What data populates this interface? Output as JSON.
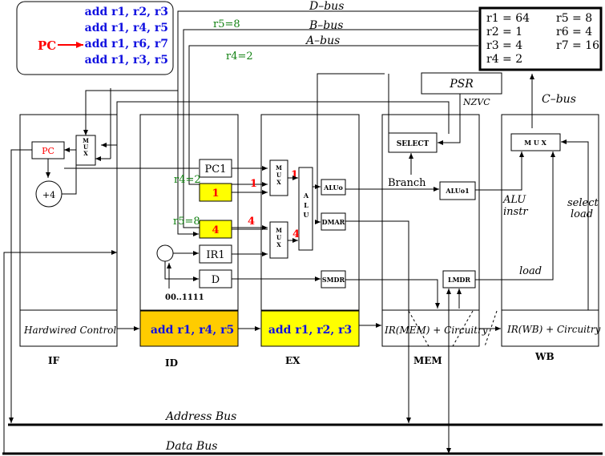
{
  "program": {
    "lines": [
      "add r1, r2, r3",
      "add r1, r4, r5",
      "add r1, r6, r7",
      "add r1, r3, r5"
    ],
    "pc_marker": "PC"
  },
  "buses": {
    "d_bus": "D–bus",
    "b_bus": "B–bus",
    "a_bus": "A–bus",
    "c_bus": "C–bus",
    "address_bus": "Address Bus",
    "data_bus": "Data Bus"
  },
  "forwarding": {
    "r5_top": "r5=8",
    "r4_top": "r4=2",
    "r4_side": "r4=2",
    "r5_side": "r5=8"
  },
  "registers": {
    "left": [
      "r1 = 64",
      "r2 = 1",
      "r3 = 4",
      "r4 = 2"
    ],
    "right": [
      "r5 = 8",
      "r6 = 4",
      "r7 = 16"
    ]
  },
  "psr": {
    "label": "PSR",
    "flags": "NZVC"
  },
  "stages": {
    "if": {
      "name": "IF",
      "pc": "PC",
      "mux": "M U X",
      "plus4": "+4",
      "control": "Hardwired Control"
    },
    "id": {
      "name": "ID",
      "pc1": "PC1",
      "reg_a": "1",
      "reg_b": "4",
      "ir1": "IR1",
      "d": "D",
      "range": "00..1111",
      "instr": "add r1, r4, r5"
    },
    "ex": {
      "name": "EX",
      "mux_top": "M U X",
      "mux_bottom": "M U X",
      "alu": "A L U",
      "in_a": "1",
      "in_b": "1",
      "in_c": "4",
      "in_d": "4",
      "aluo": "ALUo",
      "dmar": "DMAR",
      "smdr": "SMDR",
      "instr": "add r1, r2, r3"
    },
    "mem": {
      "name": "MEM",
      "select": "SELECT",
      "branch": "Branch",
      "aluo1": "ALUo1",
      "lmdr": "LMDR",
      "ir": "IR(MEM) + Circuitry"
    },
    "wb": {
      "name": "WB",
      "mux": "M U X",
      "alu_instr": [
        "ALU",
        "instr"
      ],
      "select_load": [
        "select",
        "load"
      ],
      "load": "load",
      "ir": "IR(WB) + Circuitry"
    }
  },
  "colors": {
    "blue_text": "#1010e0",
    "red_text": "#ff0000",
    "green_text": "#108010",
    "id_instr_fill": "#ffcc00",
    "yellow_fill": "#ffff00"
  }
}
